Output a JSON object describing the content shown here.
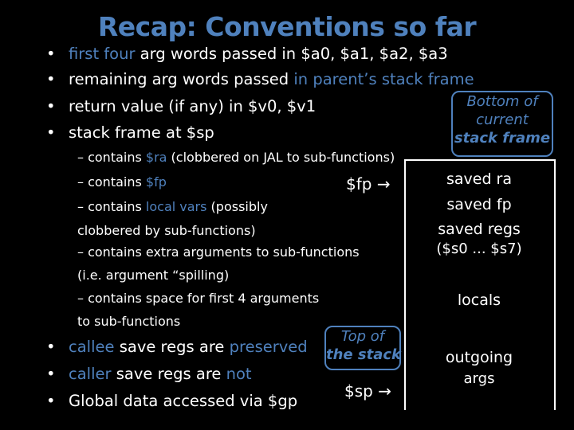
{
  "title": "Recap: Conventions so far",
  "bullets": [
    {
      "pre": "",
      "hl": "first four",
      "post": " arg words passed in $a0, $a1, $a2, $a3"
    },
    {
      "pre": "remaining arg words passed ",
      "hl": "in parent’s stack frame",
      "post": ""
    },
    {
      "pre": "return value (if any) in $v0, $v1",
      "hl": "",
      "post": ""
    },
    {
      "pre": "stack frame at $sp",
      "hl": "",
      "post": ""
    }
  ],
  "sub_bullets": {
    "ra": {
      "pre": "– contains ",
      "hl": "$ra",
      "post": " (clobbered on JAL  to sub-functions)"
    },
    "fp": {
      "pre": "–  contains ",
      "hl": "$fp",
      "post": ""
    },
    "locals_line1": {
      "pre": "– contains ",
      "hl": "local vars",
      "post": " (possibly"
    },
    "locals_line2": "clobbered by sub-functions)",
    "extra_args": "– contains extra arguments to sub-functions",
    "spilling": "(i.e. argument “spilling)",
    "space_line1": "– contains space for first 4 arguments",
    "space_line2": "to sub-functions"
  },
  "bottom_bullets": [
    {
      "a": "callee",
      "b": " save regs are ",
      "c": "preserved"
    },
    {
      "a": "caller",
      "b": " save regs  are ",
      "c": "not"
    },
    {
      "a": "Global data accessed via $gp",
      "b": "",
      "c": ""
    }
  ],
  "bullet_glyph": "•",
  "fp_pointer": "$fp",
  "sp_pointer": "$sp",
  "arrow": "→",
  "callout_bottom": {
    "line1": "Bottom",
    "line1b": " of",
    "line2": "current",
    "line3": "stack frame"
  },
  "callout_top": {
    "line1": "Top of",
    "line2": "the stack"
  },
  "frame": {
    "saved_ra": "saved ra",
    "saved_fp": "saved fp",
    "saved_regs": "saved regs",
    "regs_range": "($s0  ... $s7)",
    "locals": "locals",
    "outgoing": "outgoing",
    "args": "args"
  },
  "colors": {
    "accent": "#4f81bd",
    "background": "#000000",
    "text": "#ffffff"
  }
}
